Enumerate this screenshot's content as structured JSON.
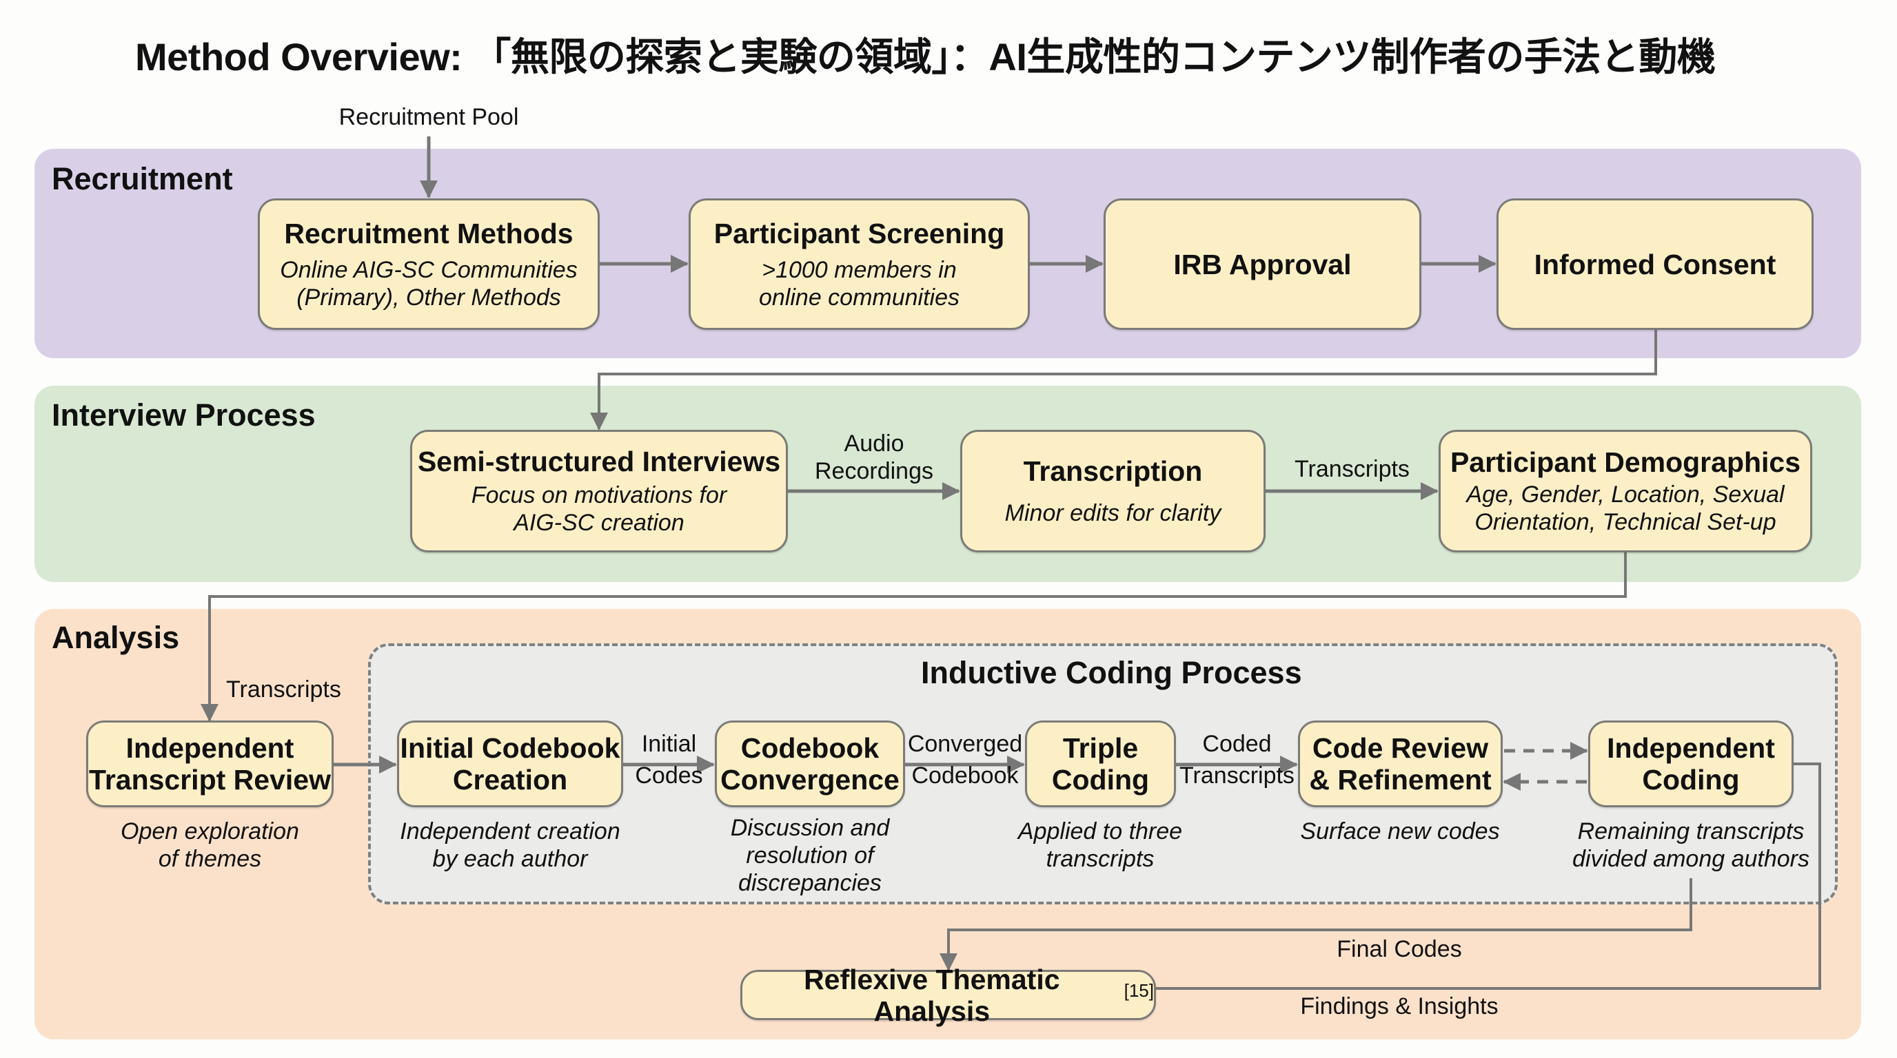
{
  "title": "Method Overview: 「無限の探索と実験の領域」：AI生成性的コンテンツ制作者の手法と動機",
  "colors": {
    "recruitment_band": "#d9d0e8",
    "interview_band": "#d8e8d2",
    "analysis_band": "#fbe1ca",
    "box_fill": "#fcefc6",
    "box_border": "#7b7b77",
    "arrow": "#777777",
    "inner_panel": "#ebebea"
  },
  "recruitment": {
    "label": "Recruitment",
    "pool_label": "Recruitment Pool",
    "boxes": [
      {
        "title": "Recruitment Methods",
        "subtitle_line1": "Online AIG-SC Communities",
        "subtitle_line2": "(Primary), Other Methods"
      },
      {
        "title": "Participant Screening",
        "subtitle_line1": ">1000 members in",
        "subtitle_line2": "online communities"
      },
      {
        "title": "IRB Approval"
      },
      {
        "title": "Informed Consent"
      }
    ]
  },
  "interview": {
    "label": "Interview Process",
    "boxes": [
      {
        "title": "Semi-structured Interviews",
        "subtitle_line1": "Focus on motivations for",
        "subtitle_line2": "AIG-SC creation"
      },
      {
        "title": "Transcription",
        "subtitle_line1": "Minor edits for clarity"
      },
      {
        "title": "Participant Demographics",
        "subtitle_line1": "Age, Gender, Location, Sexual",
        "subtitle_line2": "Orientation, Technical Set-up"
      }
    ],
    "edge_labels": {
      "audio_line1": "Audio",
      "audio_line2": "Recordings",
      "transcripts": "Transcripts"
    }
  },
  "analysis": {
    "label": "Analysis",
    "transcripts_label": "Transcripts",
    "independent_review": {
      "title_line1": "Independent",
      "title_line2": "Transcript Review",
      "caption_line1": "Open exploration",
      "caption_line2": "of themes"
    },
    "inductive": {
      "title": "Inductive Coding Process",
      "boxes": [
        {
          "title_line1": "Initial Codebook",
          "title_line2": "Creation",
          "caption_line1": "Independent creation",
          "caption_line2": "by each author"
        },
        {
          "title_line1": "Codebook",
          "title_line2": "Convergence",
          "caption_line1": "Discussion and",
          "caption_line2": "resolution of",
          "caption_line3": "discrepancies"
        },
        {
          "title_line1": "Triple",
          "title_line2": "Coding",
          "caption_line1": "Applied to three",
          "caption_line2": "transcripts"
        },
        {
          "title_line1": "Code Review",
          "title_line2": "& Refinement",
          "caption_line1": "Surface new codes"
        },
        {
          "title_line1": "Independent",
          "title_line2": "Coding",
          "caption_line1": "Remaining transcripts",
          "caption_line2": "divided among authors"
        }
      ],
      "edge_labels": [
        {
          "line1": "Initial",
          "line2": "Codes"
        },
        {
          "line1": "Converged",
          "line2": "Codebook"
        },
        {
          "line1": "Coded",
          "line2": "Transcripts"
        }
      ]
    },
    "reflexive": {
      "title": "Reflexive Thematic Analysis",
      "citation": "[15]"
    },
    "final_codes_label": "Final Codes",
    "findings_label": "Findings & Insights"
  }
}
